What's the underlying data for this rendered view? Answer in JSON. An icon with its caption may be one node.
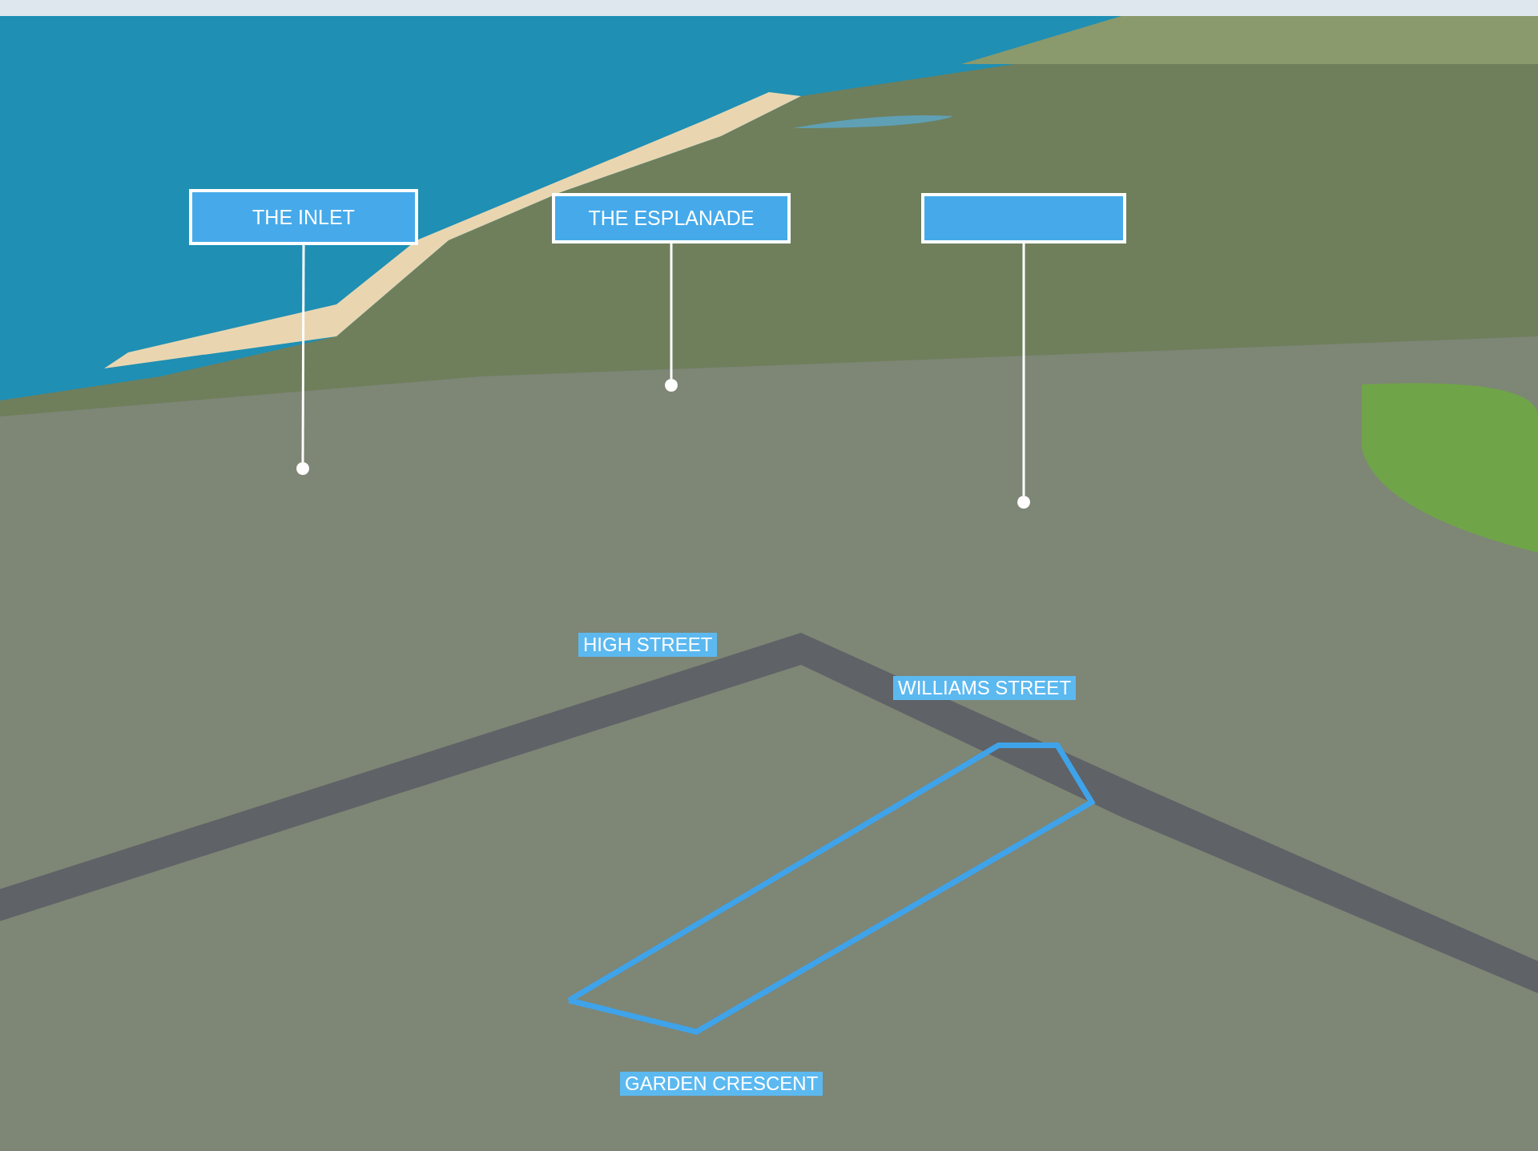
{
  "diagram": {
    "nodes": [
      {
        "text": [
          "THE INLET"
        ]
      },
      {
        "text": [
          "THE ESPLANADE"
        ]
      },
      {
        "text": [],
        "shape": "box"
      },
      {
        "text": [],
        "shape": "circle"
      },
      {
        "text": [],
        "shape": "circle"
      },
      {
        "text": [],
        "shape": "circle"
      }
    ],
    "edges": [
      {
        "from": 0,
        "to": 3,
        "arrow": "none"
      },
      {
        "from": 1,
        "to": 4,
        "arrow": "none"
      },
      {
        "from": 2,
        "to": 5,
        "arrow": "none"
      }
    ],
    "labels": [
      "HIGH STREET",
      "WILLIAMS STREET",
      "GARDEN CRESCENT"
    ]
  }
}
